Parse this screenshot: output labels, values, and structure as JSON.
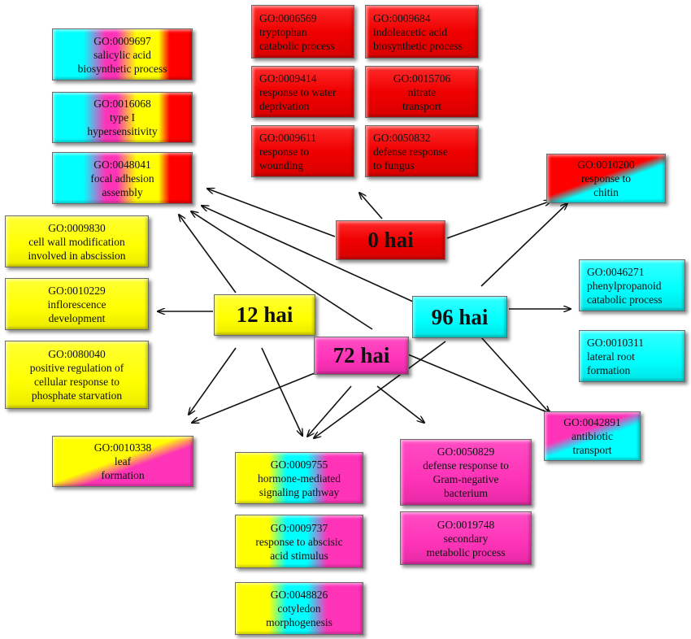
{
  "nodes": {
    "hai0": "0 hai",
    "hai12": "12 hai",
    "hai72": "72 hai",
    "hai96": "96 hai"
  },
  "boxes": {
    "go0009697": [
      "GO:0009697",
      "salicylic acid",
      "biosynthetic process"
    ],
    "go0016068": [
      "GO:0016068",
      "type I",
      "hypersensitivity"
    ],
    "go0048041": [
      "GO:0048041",
      "focal adhesion",
      "assembly"
    ],
    "go0006569": [
      "GO:0006569",
      "tryptophan",
      "catabolic process"
    ],
    "go0009684": [
      "GO:0009684",
      "indoleacetic acid",
      "biosynthetic process"
    ],
    "go0009414": [
      "GO:0009414",
      "response to water",
      "deprivation"
    ],
    "go0015706": [
      "GO:0015706",
      "nitrate",
      "transport"
    ],
    "go0009611": [
      "GO:0009611",
      "response to",
      "wounding"
    ],
    "go0050832": [
      "GO:0050832",
      "defense response",
      "to fungus"
    ],
    "go0010200": [
      "GO:0010200",
      "response to",
      "chitin"
    ],
    "go0009830": [
      "GO:0009830",
      "cell wall modification",
      "involved in abscission"
    ],
    "go0010229": [
      "GO:0010229",
      "inflorescence",
      "development"
    ],
    "go0080040": [
      "GO:0080040",
      "positive regulation of",
      "cellular response to",
      "phosphate starvation"
    ],
    "go0046271": [
      "GO:0046271",
      "phenylpropanoid",
      "catabolic process"
    ],
    "go0010311": [
      "GO:0010311",
      "lateral root",
      "formation"
    ],
    "go0010338": [
      "GO:0010338",
      "leaf",
      "formation"
    ],
    "go0009755": [
      "GO:0009755",
      "hormone-mediated",
      "signaling pathway"
    ],
    "go0009737": [
      "GO:0009737",
      "response to abscisic",
      "acid stimulus"
    ],
    "go0048826": [
      "GO:0048826",
      "cotyledon",
      "morphogenesis"
    ],
    "go0050829": [
      "GO:0050829",
      "defense response to",
      "Gram-negative",
      "bacterium"
    ],
    "go0019748": [
      "GO:0019748",
      "secondary",
      "metabolic process"
    ],
    "go0042891": [
      "GO:0042891",
      "antibiotic",
      "transport"
    ]
  },
  "colors": {
    "red": "#ff0000",
    "yellow": "#ffff00",
    "cyan": "#00ffff",
    "magenta": "#ff33b8",
    "arrow": "#111111"
  }
}
